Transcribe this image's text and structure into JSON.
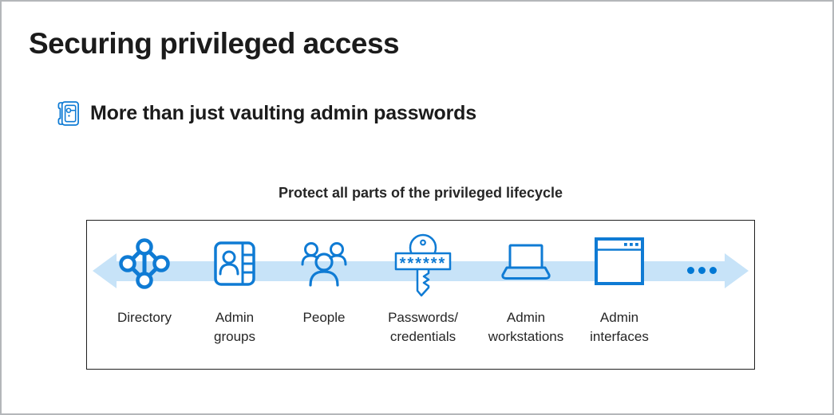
{
  "page": {
    "title": "Securing privileged access"
  },
  "subtitle": {
    "icon": "vault-icon",
    "text": "More than just vaulting admin passwords"
  },
  "lifecycle": {
    "heading": "Protect all parts of the privileged lifecycle",
    "arrow_direction": "both",
    "password_mask": "******",
    "items": [
      {
        "icon": "directory-icon",
        "label": "Directory"
      },
      {
        "icon": "admin-groups-icon",
        "label": "Admin\ngroups"
      },
      {
        "icon": "people-icon",
        "label": "People"
      },
      {
        "icon": "passwords-credentials-icon",
        "label": "Passwords/\ncredentials"
      },
      {
        "icon": "admin-workstations-icon",
        "label": "Admin\nworkstations"
      },
      {
        "icon": "admin-interfaces-icon",
        "label": "Admin\ninterfaces"
      }
    ],
    "more_indicator": "ellipsis-icon"
  },
  "colors": {
    "accent_blue": "#0f7bd4",
    "dots_blue": "#0078d4",
    "band_blue": "#c7e3f8",
    "text_dark": "#1b1b1b",
    "label_dark": "#262626"
  }
}
